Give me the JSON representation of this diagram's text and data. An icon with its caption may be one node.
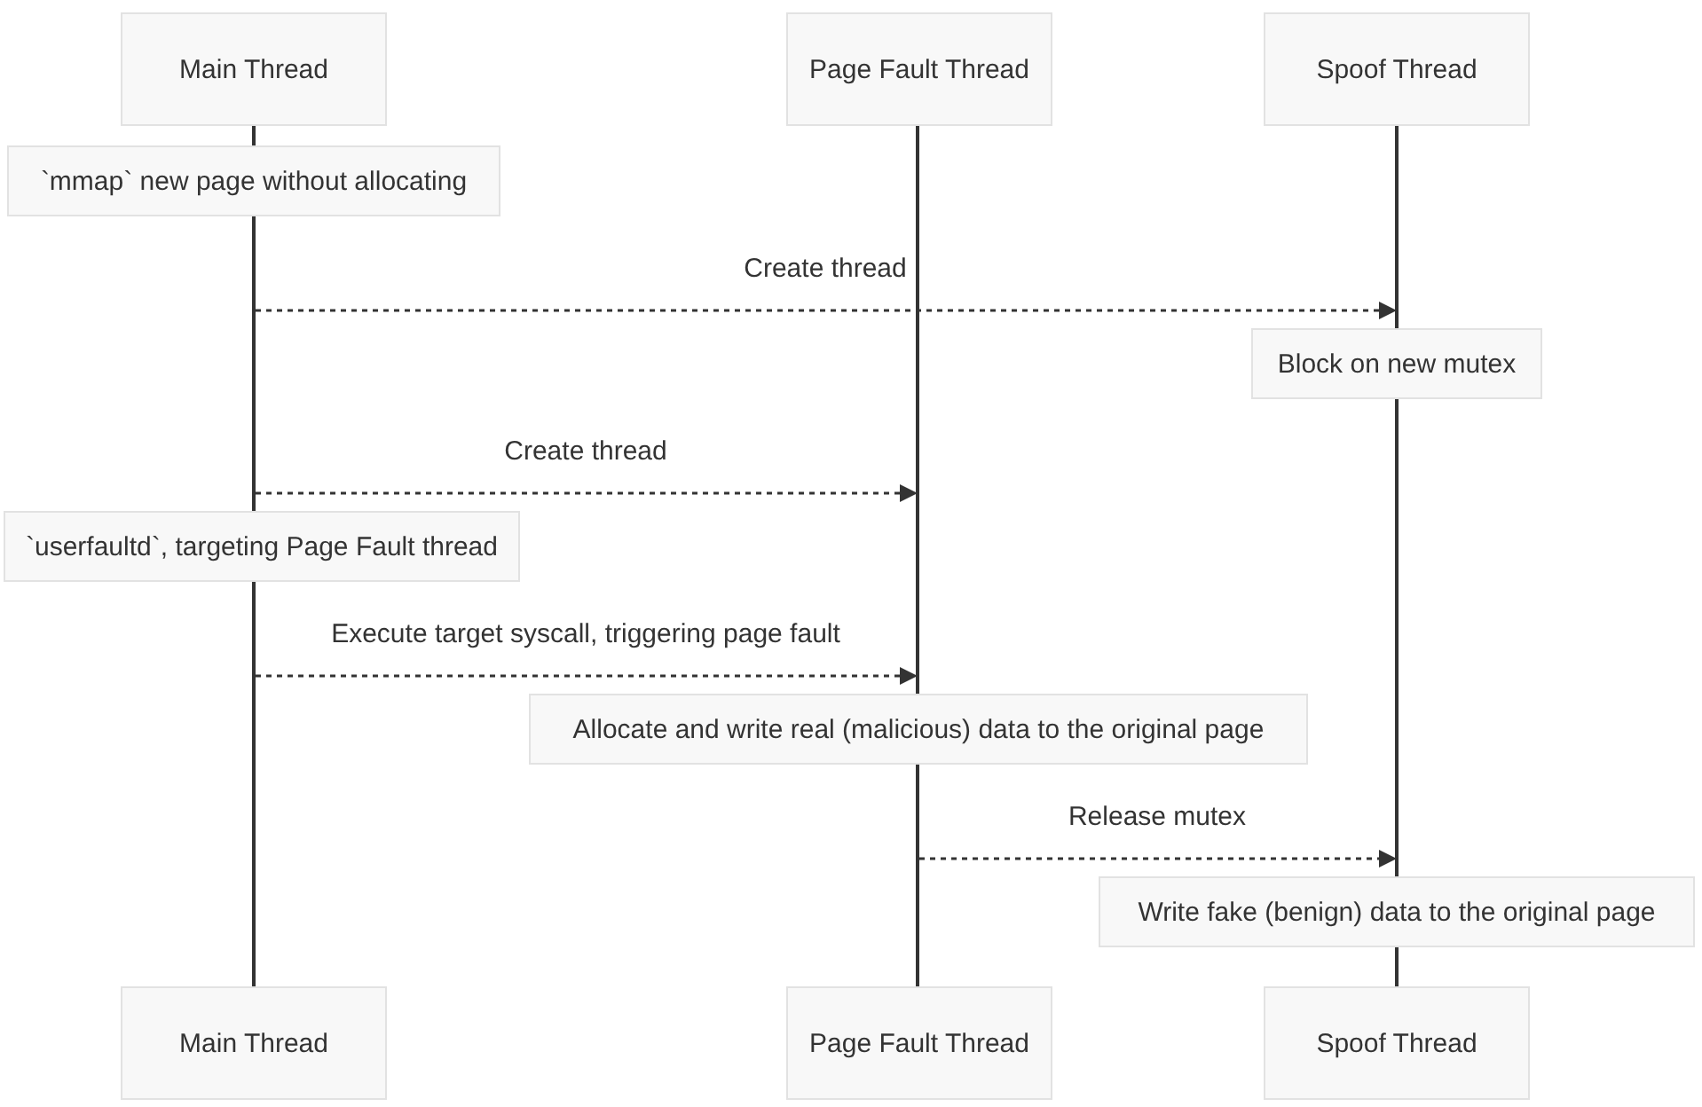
{
  "diagram": {
    "nodes": [
      {
        "text": [
          "Main Thread"
        ]
      },
      {
        "text": [
          "Page Fault Thread"
        ]
      },
      {
        "text": [
          "Spoof Thread"
        ]
      },
      {
        "text": [
          "Main Thread"
        ]
      },
      {
        "text": [
          "Page Fault Thread"
        ]
      },
      {
        "text": [
          "Spoof Thread"
        ]
      },
      {
        "text": [
          "`mmap` new page without allocating"
        ]
      },
      {
        "text": [
          "Block on new mutex"
        ]
      },
      {
        "text": [
          "`userfaultd`, targeting Page Fault thread"
        ]
      },
      {
        "text": [
          "Allocate and write real (malicious) data to the original page"
        ]
      },
      {
        "text": [
          "Write fake (benign) data to the original page"
        ]
      },
      {
        "text": [],
        "shape": "bar"
      },
      {
        "text": [],
        "shape": "bar"
      },
      {
        "text": [],
        "shape": "bar"
      },
      {
        "text": [],
        "shape": "bar"
      },
      {
        "text": [],
        "shape": "bar"
      },
      {
        "text": [],
        "shape": "bar"
      },
      {
        "text": [],
        "shape": "bar"
      },
      {
        "text": [],
        "shape": "bar"
      }
    ],
    "edges": [
      {
        "from": 12,
        "to": 16,
        "arrow": "to",
        "style": "dashed",
        "label": "Create thread"
      },
      {
        "from": 12,
        "to": 14,
        "arrow": "to",
        "style": "dashed",
        "label": "Create thread"
      },
      {
        "from": 13,
        "to": 14,
        "arrow": "to",
        "style": "dashed",
        "label": "Execute target syscall, triggering page fault"
      },
      {
        "from": 15,
        "to": 17,
        "arrow": "to",
        "style": "dashed",
        "label": "Release mutex"
      }
    ]
  }
}
